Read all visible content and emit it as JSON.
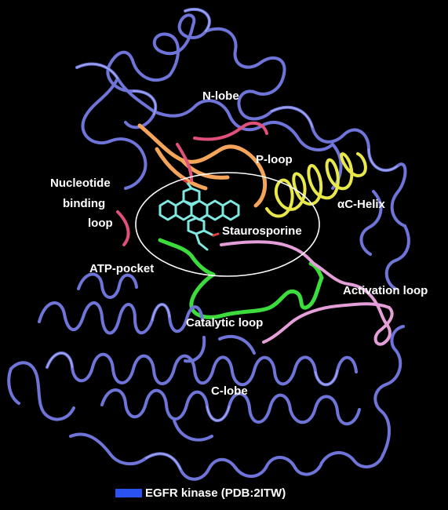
{
  "labels": {
    "n_lobe": "N-lobe",
    "p_loop": "P-loop",
    "nucleotide": "Nucleotide",
    "binding": "binding",
    "loop": "loop",
    "ac_helix": "αC-Helix",
    "staurosporine": "Staurosporine",
    "atp_pocket": "ATP-pocket",
    "activation_loop": "Activation loop",
    "catalytic_loop": "Catalytic loop",
    "c_lobe": "C-lobe"
  },
  "legend": {
    "text": "EGFR kinase (PDB:2ITW)",
    "color": "#2a52f0"
  },
  "colors": {
    "background": "#000000",
    "kinase_ribbon": "#6f75d8",
    "kinase_ribbon_highlight": "#a6acf2",
    "p_loop": "#f5a55a",
    "nucleotide_loop": "#e0507a",
    "ac_helix": "#e8e84a",
    "catalytic_loop": "#3ddc3d",
    "activation_loop": "#e49fd9",
    "ligand": "#7fe8e0",
    "ligand_oxygen": "#e04040",
    "binding_site_ellipse": "#ffffff",
    "label_text": "#ffffff"
  }
}
